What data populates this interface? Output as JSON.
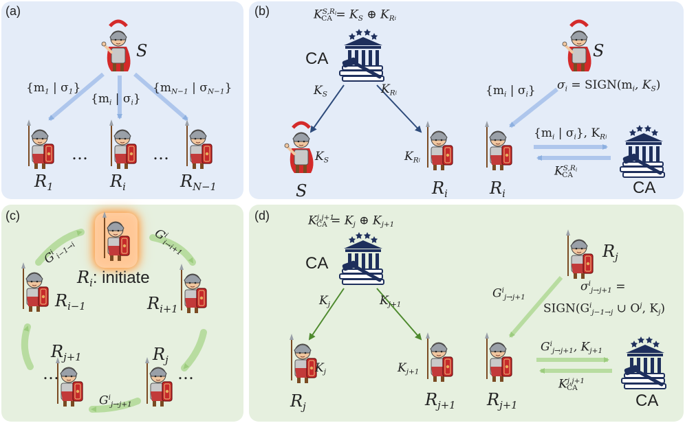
{
  "panels": {
    "a": {
      "label": "(a)"
    },
    "b": {
      "label": "(b)"
    },
    "c": {
      "label": "(c)"
    },
    "d": {
      "label": "(d)"
    }
  },
  "a": {
    "sender": "S",
    "r1": "R",
    "r1_sub": "1",
    "ri": "R",
    "ri_sub": "i",
    "rn": "R",
    "rn_sub": "N−1",
    "ellipsis": "…",
    "msg1": "{m",
    "msg1_sub": "1",
    "msg1_mid": " | σ",
    "msg1_sub2": "1",
    "msg1_end": "}",
    "msgi": "{m",
    "msgi_sub": "i",
    "msgi_mid": " | σ",
    "msgi_sub2": "i",
    "msgi_end": "}",
    "msgn": "{m",
    "msgn_sub": "N−1",
    "msgn_mid": " | σ",
    "msgn_sub2": "N−1",
    "msgn_end": "}"
  },
  "b": {
    "formula_k": "K",
    "formula_sup": "S,R",
    "formula_supi": "i",
    "formula_sub": "CA",
    "formula_rhs": " = K",
    "formula_rhs_sub": "S",
    "formula_op": " ⊕ K",
    "formula_op_sub": "R",
    "formula_op_subi": "i",
    "ca": "CA",
    "ks": "K",
    "ks_sub": "S",
    "kri": "K",
    "kri_sub": "R",
    "kri_subi": "i",
    "s_label": "S",
    "ri_label": "R",
    "ri_sub": "i",
    "sender": "S",
    "sign": "σ",
    "sign_sub": "i",
    "sign_rhs": " = SIGN(m",
    "sign_rhs_sub": "i",
    "sign_end": ", K",
    "sign_end_sub": "S",
    "sign_close": ")",
    "msg": "{m",
    "msg_sub": "i",
    "msg_mid": " | σ",
    "msg_sub2": "i",
    "msg_end": "}",
    "to_ca": "{m",
    "to_ca_sub": "i",
    "to_ca_mid": " | σ",
    "to_ca_sub2": "i",
    "to_ca_end": "}, K",
    "to_ca_ksub": "R",
    "to_ca_ksubi": "i",
    "from_ca": "K",
    "from_ca_sup": "S,R",
    "from_ca_supi": "i",
    "from_ca_sub": "CA",
    "ca2": "CA",
    "ri2": "R",
    "ri2_sub": "i"
  },
  "c": {
    "initiate": ": initiate",
    "ri": "R",
    "ri_sub": "i",
    "rim1": "R",
    "rim1_sub": "i−1",
    "rip1": "R",
    "rip1_sub": "i+1",
    "rj": "R",
    "rj_sub": "j",
    "rjp1": "R",
    "rjp1_sub": "j+1",
    "g1": "G",
    "g1_sup": "i",
    "g1_sub": "i−1→i",
    "g2": "G",
    "g2_sup": "i",
    "g2_sub": "i→i+1",
    "g3": "G",
    "g3_sup": "i",
    "g3_sub": "j→j+1",
    "dots1": "…",
    "dots2": "…"
  },
  "d": {
    "formula_k": "K",
    "formula_sup": "j,j+1",
    "formula_sub": "CA",
    "formula_rhs": " = K",
    "formula_rhs_sub": "j",
    "formula_op": " ⊕ K",
    "formula_op_sub": "j+1",
    "ca": "CA",
    "kj": "K",
    "kj_sub": "j",
    "kjp1": "K",
    "kjp1_sub": "j+1",
    "rj": "R",
    "rj_sub": "j",
    "rjp1": "R",
    "rjp1_sub": "j+1",
    "sender": "R",
    "sender_sub": "j",
    "g": "G",
    "g_sup": "i",
    "g_sub": "j→j+1",
    "sign1": "σ",
    "sign1_sup": "i",
    "sign1_sub": "j→j+1",
    "sign1_eq": " =",
    "sign2": "SIGN(G",
    "sign2_sup": "i",
    "sign2_sub": "j−1→j",
    "sign2_mid": " ∪ O",
    "sign2_sup2": "j",
    "sign2_end": ", K",
    "sign2_sub2": "j",
    "sign2_close": ")",
    "to_ca": "G",
    "to_ca_sup": "i",
    "to_ca_sub": "j→j+1",
    "to_ca_mid": ", K",
    "to_ca_sub2": "j+1",
    "from_ca": "K",
    "from_ca_sup": "j,j+1",
    "from_ca_sub": "CA",
    "ca2": "CA",
    "rjp1b": "R",
    "rjp1b_sub": "j+1"
  },
  "colors": {
    "blue_arrow": "#aec6ec",
    "navy": "#2d4a7a",
    "green_arrow": "#b8dca0",
    "dark_green": "#4e8a2e",
    "ca_navy": "#1e2f5c",
    "red_cape": "#d42a2a"
  }
}
